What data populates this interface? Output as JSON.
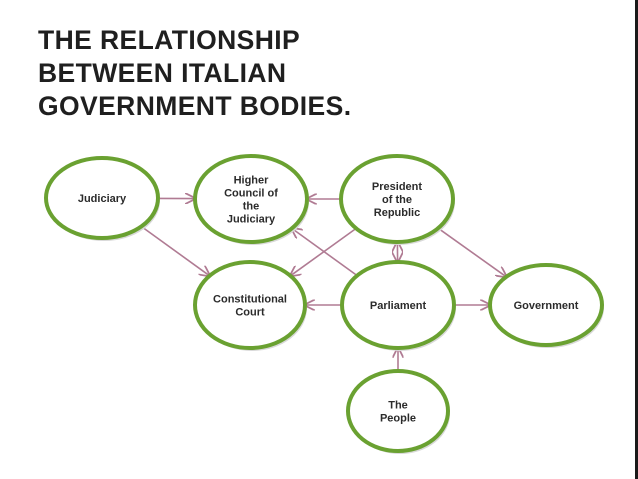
{
  "slide": {
    "title_lines": [
      "THE RELATIONSHIP",
      "BETWEEN ITALIAN",
      "GOVERNMENT BODIES."
    ]
  },
  "diagram": {
    "colors": {
      "node_border": "#6aa131",
      "node_fill": "#ffffff",
      "arrow": "#b07b93"
    },
    "nodes": [
      {
        "id": "judiciary",
        "lines": [
          "Judiciary"
        ]
      },
      {
        "id": "higher-council",
        "lines": [
          "Higher",
          "Council of",
          "the",
          "Judiciary"
        ]
      },
      {
        "id": "president",
        "lines": [
          "President",
          "of the",
          "Republic"
        ]
      },
      {
        "id": "constitutional-court",
        "lines": [
          "Constitutional",
          "Court"
        ]
      },
      {
        "id": "parliament",
        "lines": [
          "Parliament"
        ]
      },
      {
        "id": "government",
        "lines": [
          "Government"
        ]
      },
      {
        "id": "people",
        "lines": [
          "The",
          "People"
        ]
      }
    ],
    "edges": [
      {
        "from": "judiciary",
        "to": "higher-council"
      },
      {
        "from": "president",
        "to": "higher-council"
      },
      {
        "from": "judiciary",
        "to": "constitutional-court"
      },
      {
        "from": "president",
        "to": "constitutional-court"
      },
      {
        "from": "parliament",
        "to": "higher-council"
      },
      {
        "from": "president",
        "to": "parliament",
        "bidirectional": true
      },
      {
        "from": "president",
        "to": "government"
      },
      {
        "from": "parliament",
        "to": "constitutional-court"
      },
      {
        "from": "parliament",
        "to": "government"
      },
      {
        "from": "people",
        "to": "parliament"
      }
    ]
  }
}
